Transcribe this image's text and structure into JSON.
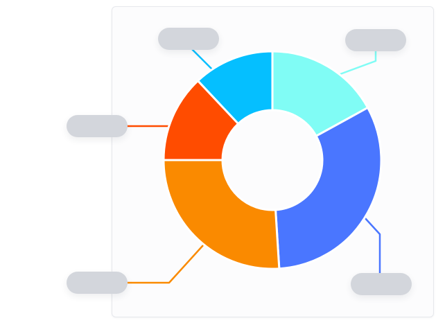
{
  "chart_data": {
    "type": "pie",
    "variant": "donut",
    "title": "",
    "legend": "none",
    "slices": [
      {
        "label": "",
        "value": 17,
        "color": "#80fcf5"
      },
      {
        "label": "",
        "value": 32,
        "color": "#4a76ff"
      },
      {
        "label": "",
        "value": 26,
        "color": "#fa8a00"
      },
      {
        "label": "",
        "value": 13,
        "color": "#ff4c00"
      },
      {
        "label": "",
        "value": 12,
        "color": "#05bfff"
      }
    ]
  }
}
